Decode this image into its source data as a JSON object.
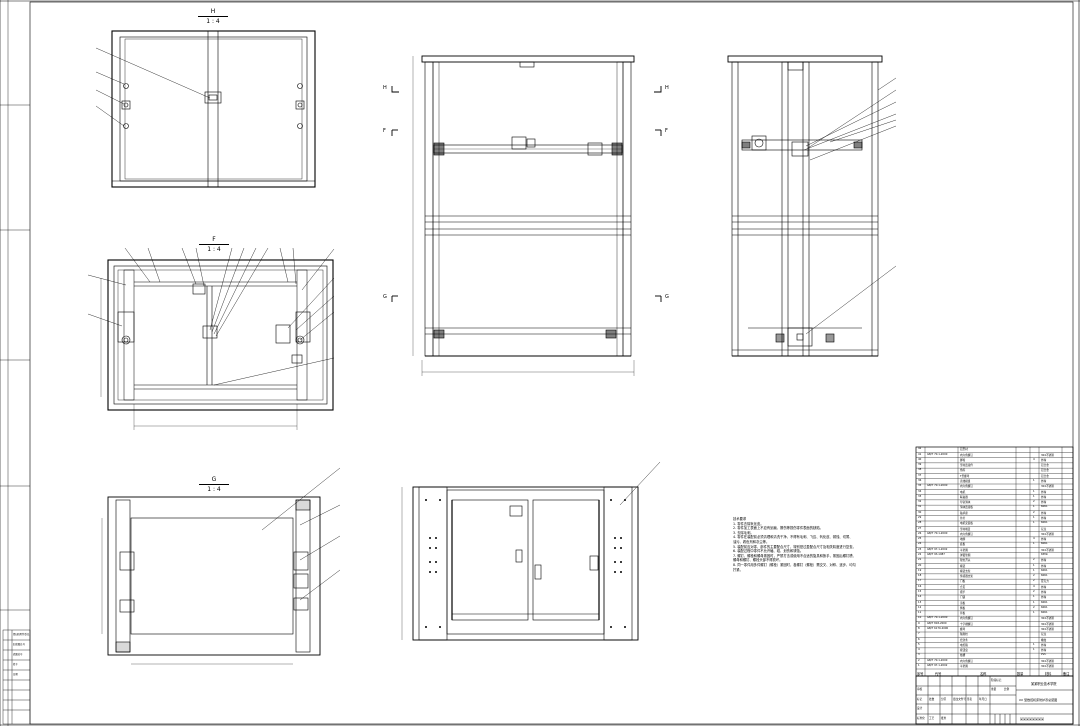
{
  "views": {
    "top": {
      "name": "H",
      "scale": "1 : 4"
    },
    "section_f": {
      "name": "F",
      "scale": "1 : 4"
    },
    "section_g": {
      "name": "G",
      "scale": "1 : 4"
    }
  },
  "section_markers": [
    {
      "label": "H"
    },
    {
      "label": "F"
    },
    {
      "label": "G"
    },
    {
      "label": "H"
    },
    {
      "label": "F"
    },
    {
      "label": "G"
    }
  ],
  "notes": [
    "技术要求",
    "1. 零件去除氧化皮。",
    "2. 零件加工表面上不应有划痕、擦伤等损伤零件表面的缺陷。",
    "3. 去除毛刺。",
    "4. 零件在装配前必须清理和清洗干净，不得有毛刺、飞边、氧化皮、锈蚀、切屑、",
    "油污、着色剂和灰尘等。",
    "5. 装配前应对零、部件的主要配合尺寸，特别是过盈配合尺寸及相关精度进行复查。",
    "6. 装配过程中零件不允许磕、碰、划伤和锈蚀。",
    "7. 螺钉、螺栓和螺母紧固时，严禁打击或使用不合适的旋具和扳手，紧固后螺钉槽、",
    "螺母和螺钉、螺栓头部不得损坏。",
    "8. 同一零件用多件螺钉（螺栓）紧固时，各螺钉（螺栓）需交叉、对称、逐步、均匀",
    "拧紧。"
  ],
  "bom": {
    "rows": [
      {
        "name": "铝型材",
        "std": "",
        "qty": "",
        "note": ""
      },
      {
        "name": "内六角螺钉",
        "std": "GB/T 70.1-2000",
        "qty": "",
        "note": "304不锈钢"
      },
      {
        "name": "脚轮",
        "std": "",
        "qty": "4",
        "note": "外购"
      },
      {
        "name": "型材连接件",
        "std": "",
        "qty": "",
        "note": "铝合金"
      },
      {
        "name": "角码",
        "std": "",
        "qty": "",
        "note": "铝合金"
      },
      {
        "name": "T型螺母",
        "std": "",
        "qty": "",
        "note": "铝合金"
      },
      {
        "name": "直线模组",
        "std": "",
        "qty": "1",
        "note": "外购"
      },
      {
        "name": "内六角螺钉",
        "std": "GB/T 70.1-2000",
        "qty": "",
        "note": "304不锈钢"
      },
      {
        "name": "电机",
        "std": "",
        "qty": "1",
        "note": "外购"
      },
      {
        "name": "联轴器",
        "std": "",
        "qty": "1",
        "note": "外购"
      },
      {
        "name": "导轨滑块",
        "std": "",
        "qty": "2",
        "note": "外购"
      },
      {
        "name": "滑块连接板",
        "std": "",
        "qty": "1",
        "note": "6061"
      },
      {
        "name": "轴承座",
        "std": "",
        "qty": "2",
        "note": "外购"
      },
      {
        "name": "丝杆",
        "std": "",
        "qty": "1",
        "note": "外购"
      },
      {
        "name": "电机安装板",
        "std": "",
        "qty": "1",
        "note": "6061"
      },
      {
        "name": "型材端盖",
        "std": "",
        "qty": "",
        "note": "尼龙"
      },
      {
        "name": "内六角螺钉",
        "std": "GB/T 70.1-2000",
        "qty": "",
        "note": "304不锈钢"
      },
      {
        "name": "地脚",
        "std": "",
        "qty": "4",
        "note": "外购"
      },
      {
        "name": "底板",
        "std": "",
        "qty": "1",
        "note": "6061"
      },
      {
        "name": "平垫圈",
        "std": "GB/T 97.1-2002",
        "qty": "",
        "note": "304不锈钢"
      },
      {
        "name": "弹簧垫圈",
        "std": "GB/T 93-1987",
        "qty": "",
        "note": "65Mn"
      },
      {
        "name": "限位开关",
        "std": "",
        "qty": "2",
        "note": "外购"
      },
      {
        "name": "拖链",
        "std": "",
        "qty": "1",
        "note": "外购"
      },
      {
        "name": "拖链支架",
        "std": "",
        "qty": "1",
        "note": "6061"
      },
      {
        "name": "传感器支架",
        "std": "",
        "qty": "2",
        "note": "6061"
      },
      {
        "name": "门板",
        "std": "",
        "qty": "2",
        "note": "亚克力"
      },
      {
        "name": "合页",
        "std": "",
        "qty": "4",
        "note": "外购"
      },
      {
        "name": "把手",
        "std": "",
        "qty": "2",
        "note": "外购"
      },
      {
        "name": "门锁",
        "std": "",
        "qty": "1",
        "note": "外购"
      },
      {
        "name": "顶板",
        "std": "",
        "qty": "1",
        "note": "6061"
      },
      {
        "name": "侧板",
        "std": "",
        "qty": "2",
        "note": "6061"
      },
      {
        "name": "背板",
        "std": "",
        "qty": "1",
        "note": "6061"
      },
      {
        "name": "内六角螺钉",
        "std": "GB/T 70.1-2000",
        "qty": "",
        "note": "304不锈钢"
      },
      {
        "name": "十字槽螺钉",
        "std": "GB/T 818-2000",
        "qty": "",
        "note": "304不锈钢"
      },
      {
        "name": "螺母",
        "std": "GB/T 6170-2000",
        "qty": "",
        "note": "304不锈钢"
      },
      {
        "name": "隔离柱",
        "std": "",
        "qty": "",
        "note": "尼龙"
      },
      {
        "name": "密封条",
        "std": "",
        "qty": "",
        "note": "橡胶"
      },
      {
        "name": "电控箱",
        "std": "",
        "qty": "1",
        "note": "外购"
      },
      {
        "name": "按钮盒",
        "std": "",
        "qty": "1",
        "note": "外购"
      },
      {
        "name": "线槽",
        "std": "",
        "qty": "",
        "note": "PVC"
      },
      {
        "name": "内六角螺钉",
        "std": "GB/T 70.1-2000",
        "qty": "",
        "note": "304不锈钢"
      },
      {
        "name": "平垫圈",
        "std": "GB/T 97.1-2002",
        "qty": "",
        "note": "304不锈钢"
      }
    ],
    "header": {
      "seq": "序号",
      "code": "代号",
      "name": "名称",
      "qty": "数量",
      "material": "材料",
      "note": "备注"
    }
  },
  "title_block": {
    "school": "某某职业技术学院",
    "drawing_title": "XX 型数控机床防护罩总装图",
    "drawing_no": "某某某某某某某某",
    "fields": [
      "标记",
      "处数",
      "分区",
      "更改文件号",
      "签名",
      "年月日",
      "设计",
      "标准化",
      "阶段标记",
      "重量",
      "比例",
      "审核",
      "工艺",
      "批准"
    ]
  },
  "left_strip": [
    "借(通)用件登记",
    "旧底图总号",
    "底图总号",
    "签字",
    "日期"
  ]
}
